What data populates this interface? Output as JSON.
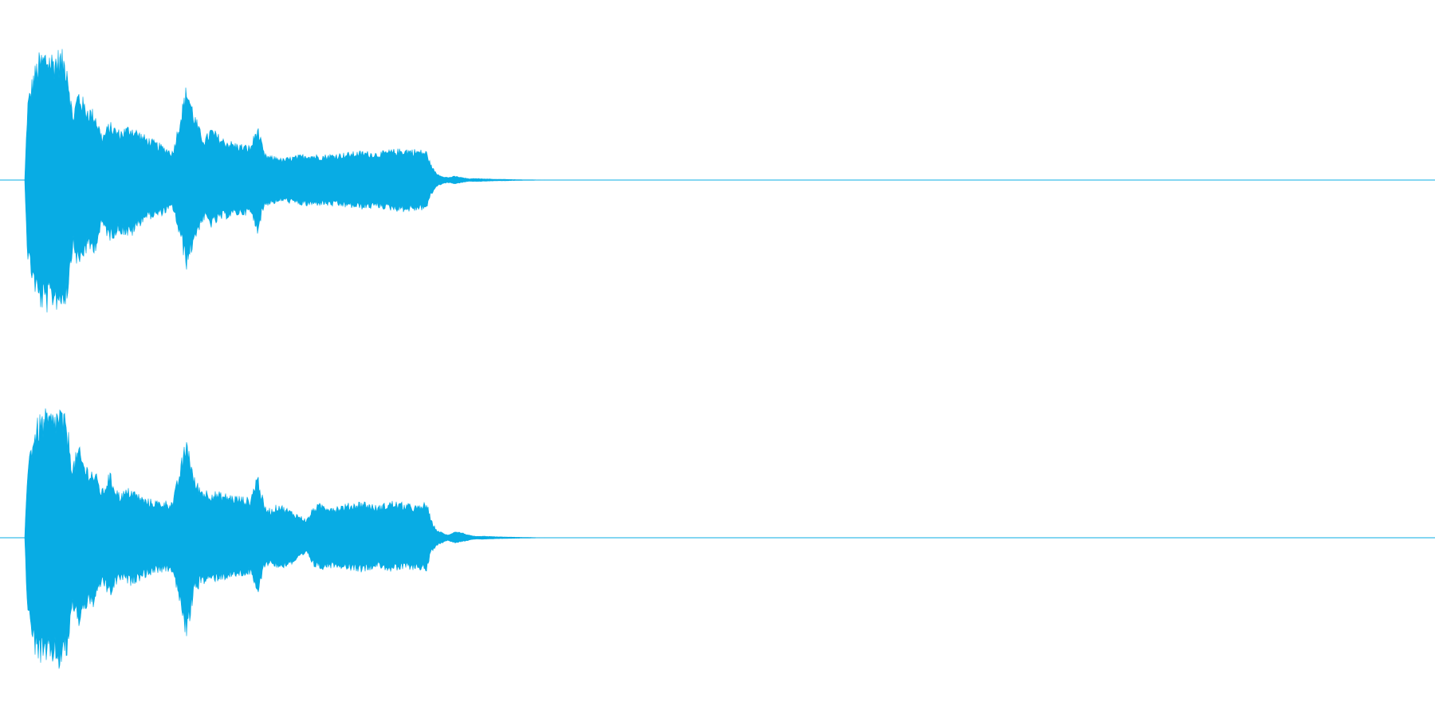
{
  "colors": {
    "waveform": "#08ace4",
    "background": "#ffffff"
  },
  "chart_data": {
    "type": "area",
    "channels": [
      {
        "t": [
          0.0,
          0.002,
          0.006,
          0.01,
          0.015,
          0.02,
          0.025,
          0.03,
          0.034,
          0.038,
          0.043,
          0.05,
          0.055,
          0.06,
          0.067,
          0.075,
          0.085,
          0.095,
          0.105,
          0.115,
          0.12,
          0.125,
          0.128,
          0.132,
          0.14,
          0.15,
          0.16,
          0.165,
          0.17,
          0.175,
          0.18,
          0.182,
          0.19,
          0.2,
          0.21,
          0.22,
          0.23,
          0.24,
          0.25,
          0.26,
          0.27,
          0.28,
          0.285,
          0.288,
          0.292,
          0.296,
          0.3,
          0.305,
          0.31,
          0.315,
          0.32,
          0.325,
          0.33,
          0.335,
          0.34,
          0.345,
          0.35,
          0.355,
          0.36,
          0.365,
          0.37
        ],
        "upper": [
          0.0,
          0.6,
          0.82,
          0.95,
          1.0,
          0.97,
          0.99,
          0.93,
          0.5,
          0.7,
          0.58,
          0.52,
          0.34,
          0.44,
          0.38,
          0.42,
          0.34,
          0.28,
          0.22,
          0.74,
          0.52,
          0.36,
          0.32,
          0.4,
          0.32,
          0.28,
          0.26,
          0.42,
          0.2,
          0.18,
          0.18,
          0.16,
          0.18,
          0.2,
          0.19,
          0.2,
          0.21,
          0.22,
          0.21,
          0.23,
          0.24,
          0.23,
          0.22,
          0.12,
          0.05,
          0.03,
          0.02,
          0.03,
          0.02,
          0.01,
          0.012,
          0.01,
          0.008,
          0.006,
          0.006,
          0.004,
          0.003,
          0.002,
          0.002,
          0.001,
          0.0
        ],
        "lower": [
          0.0,
          -0.6,
          -0.8,
          -0.96,
          -1.0,
          -0.96,
          -0.98,
          -0.92,
          -0.52,
          -0.68,
          -0.56,
          -0.54,
          -0.35,
          -0.46,
          -0.4,
          -0.44,
          -0.3,
          -0.28,
          -0.22,
          -0.68,
          -0.48,
          -0.34,
          -0.3,
          -0.36,
          -0.3,
          -0.27,
          -0.26,
          -0.4,
          -0.2,
          -0.18,
          -0.18,
          -0.16,
          -0.18,
          -0.2,
          -0.19,
          -0.2,
          -0.21,
          -0.22,
          -0.21,
          -0.23,
          -0.24,
          -0.23,
          -0.22,
          -0.12,
          -0.05,
          -0.03,
          -0.02,
          -0.03,
          -0.02,
          -0.01,
          -0.012,
          -0.01,
          -0.008,
          -0.006,
          -0.006,
          -0.004,
          -0.003,
          -0.002,
          -0.002,
          -0.001,
          0.0
        ]
      },
      {
        "t": [
          0.0,
          0.002,
          0.006,
          0.01,
          0.015,
          0.02,
          0.025,
          0.03,
          0.034,
          0.038,
          0.043,
          0.05,
          0.055,
          0.06,
          0.067,
          0.075,
          0.085,
          0.095,
          0.105,
          0.115,
          0.12,
          0.125,
          0.13,
          0.14,
          0.15,
          0.16,
          0.165,
          0.17,
          0.175,
          0.18,
          0.19,
          0.2,
          0.205,
          0.21,
          0.22,
          0.23,
          0.24,
          0.25,
          0.26,
          0.27,
          0.28,
          0.285,
          0.288,
          0.292,
          0.296,
          0.3,
          0.305,
          0.31,
          0.315,
          0.32,
          0.325,
          0.33,
          0.335,
          0.34,
          0.345,
          0.35,
          0.355,
          0.36,
          0.365,
          0.37
        ],
        "upper": [
          0.0,
          0.58,
          0.8,
          0.92,
          0.96,
          0.95,
          1.0,
          0.88,
          0.56,
          0.7,
          0.56,
          0.5,
          0.36,
          0.5,
          0.34,
          0.38,
          0.3,
          0.28,
          0.28,
          0.78,
          0.46,
          0.38,
          0.36,
          0.34,
          0.32,
          0.3,
          0.5,
          0.24,
          0.22,
          0.26,
          0.2,
          0.14,
          0.24,
          0.26,
          0.24,
          0.26,
          0.28,
          0.24,
          0.28,
          0.26,
          0.24,
          0.28,
          0.14,
          0.06,
          0.04,
          0.02,
          0.05,
          0.04,
          0.02,
          0.01,
          0.012,
          0.01,
          0.008,
          0.006,
          0.005,
          0.004,
          0.003,
          0.002,
          0.001,
          0.0
        ],
        "lower": [
          0.0,
          -0.6,
          -0.84,
          -0.94,
          -0.98,
          -0.94,
          -1.0,
          -0.9,
          -0.54,
          -0.68,
          -0.54,
          -0.52,
          -0.34,
          -0.46,
          -0.32,
          -0.36,
          -0.3,
          -0.26,
          -0.26,
          -0.78,
          -0.42,
          -0.36,
          -0.34,
          -0.32,
          -0.3,
          -0.28,
          -0.46,
          -0.22,
          -0.2,
          -0.24,
          -0.2,
          -0.12,
          -0.22,
          -0.24,
          -0.22,
          -0.24,
          -0.26,
          -0.22,
          -0.26,
          -0.24,
          -0.24,
          -0.26,
          -0.12,
          -0.06,
          -0.04,
          -0.02,
          -0.04,
          -0.03,
          -0.02,
          -0.01,
          -0.012,
          -0.01,
          -0.008,
          -0.006,
          -0.005,
          -0.004,
          -0.003,
          -0.002,
          -0.001,
          0.0
        ]
      }
    ],
    "xlim": [
      0,
      1
    ],
    "ylim": [
      -1,
      1
    ],
    "grid": false,
    "legend": "none"
  }
}
